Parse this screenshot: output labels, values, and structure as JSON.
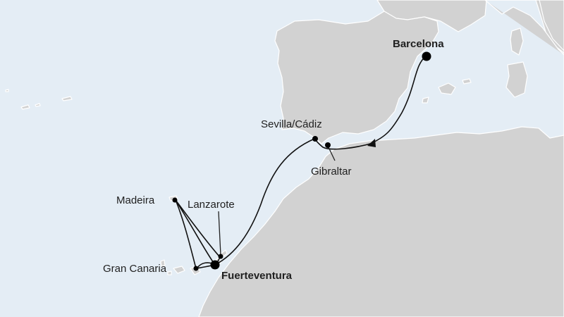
{
  "map": {
    "colors": {
      "sea": "#e4edf5",
      "land": "#d2d2d2",
      "coast": "#ffffff",
      "route": "#111111",
      "port": "#000000"
    },
    "ports": {
      "barcelona": {
        "name": "Barcelona",
        "emphasis": "bold",
        "marker": "large"
      },
      "sevilla_cadiz": {
        "name": "Sevilla/Cádiz",
        "emphasis": "normal",
        "marker": "small"
      },
      "gibraltar": {
        "name": "Gibraltar",
        "emphasis": "normal",
        "marker": "small"
      },
      "madeira": {
        "name": "Madeira",
        "emphasis": "normal",
        "marker": "small"
      },
      "lanzarote": {
        "name": "Lanzarote",
        "emphasis": "normal",
        "marker": "small"
      },
      "gran_canaria": {
        "name": "Gran Canaria",
        "emphasis": "normal",
        "marker": "small"
      },
      "fuerteventura": {
        "name": "Fuerteventura",
        "emphasis": "bold",
        "marker": "large"
      }
    },
    "route_order": [
      "fuerteventura",
      "madeira",
      "lanzarote",
      "gran_canaria",
      "madeira",
      "fuerteventura",
      "sevilla_cadiz",
      "gibraltar",
      "barcelona"
    ],
    "route_direction": "arrowhead at Gibraltar on the leg from Barcelona"
  }
}
